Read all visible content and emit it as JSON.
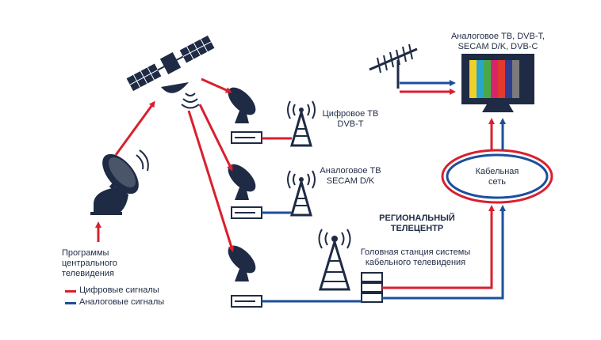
{
  "colors": {
    "digital": "#d8202f",
    "analog": "#1b4f9c",
    "device": "#1f2b45"
  },
  "labels": {
    "programs": [
      "Программы",
      "центрального",
      "телевидения"
    ],
    "digital_tv": [
      "Цифровое ТВ",
      "DVB-T"
    ],
    "analog_tv": [
      "Аналоговое ТВ",
      "SECAM D/K"
    ],
    "regional": [
      "РЕГИОНАЛЬНЫЙ",
      "ТЕЛЕЦЕНТР"
    ],
    "headend": [
      "Головная станция системы",
      "кабельного телевидения"
    ],
    "cable_net": [
      "Кабельная",
      "сеть"
    ],
    "tv": [
      "Аналоговое ТВ, DVB-T,",
      "SECAM D/K, DVB-C"
    ]
  },
  "legend": {
    "digital": "Цифровые сигналы",
    "analog": "Аналоговые сигналы"
  },
  "icons": [
    "satellite-icon",
    "uplink-dish-icon",
    "receiver-dish-icon",
    "tower-icon",
    "antenna-icon",
    "tv-icon",
    "cable-network-icon"
  ]
}
